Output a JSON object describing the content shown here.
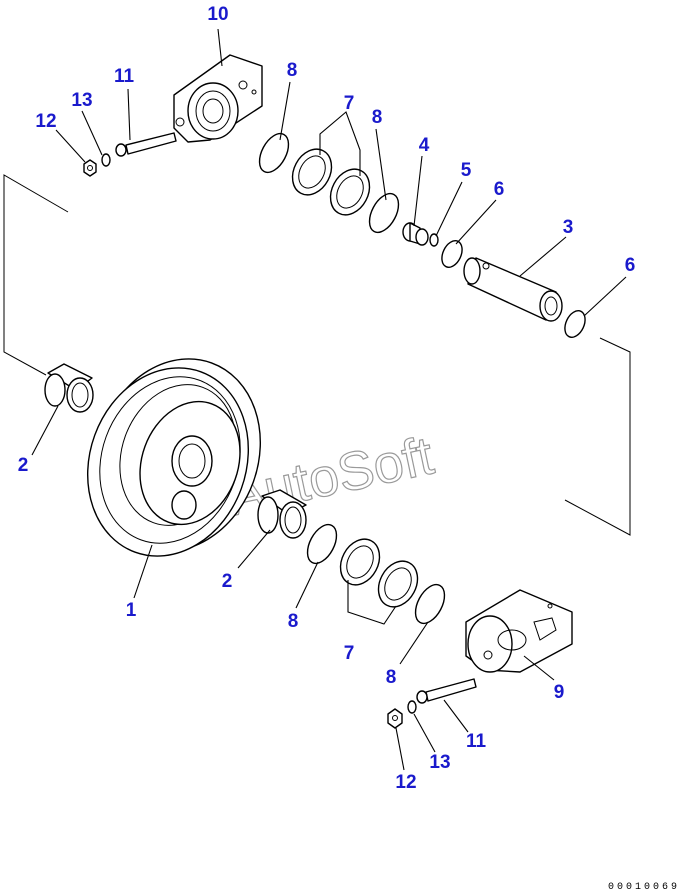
{
  "watermark": "AutoSoft",
  "drawing_number": "00010069",
  "callouts": {
    "c1": "1",
    "c2a": "2",
    "c2b": "2",
    "c3": "3",
    "c4": "4",
    "c5": "5",
    "c6a": "6",
    "c6b": "6",
    "c7a": "7",
    "c7b": "7",
    "c8a": "8",
    "c8b": "8",
    "c8c": "8",
    "c8d": "8",
    "c9": "9",
    "c10": "10",
    "c11a": "11",
    "c11b": "11",
    "c12a": "12",
    "c12b": "12",
    "c13a": "13",
    "c13b": "13"
  }
}
